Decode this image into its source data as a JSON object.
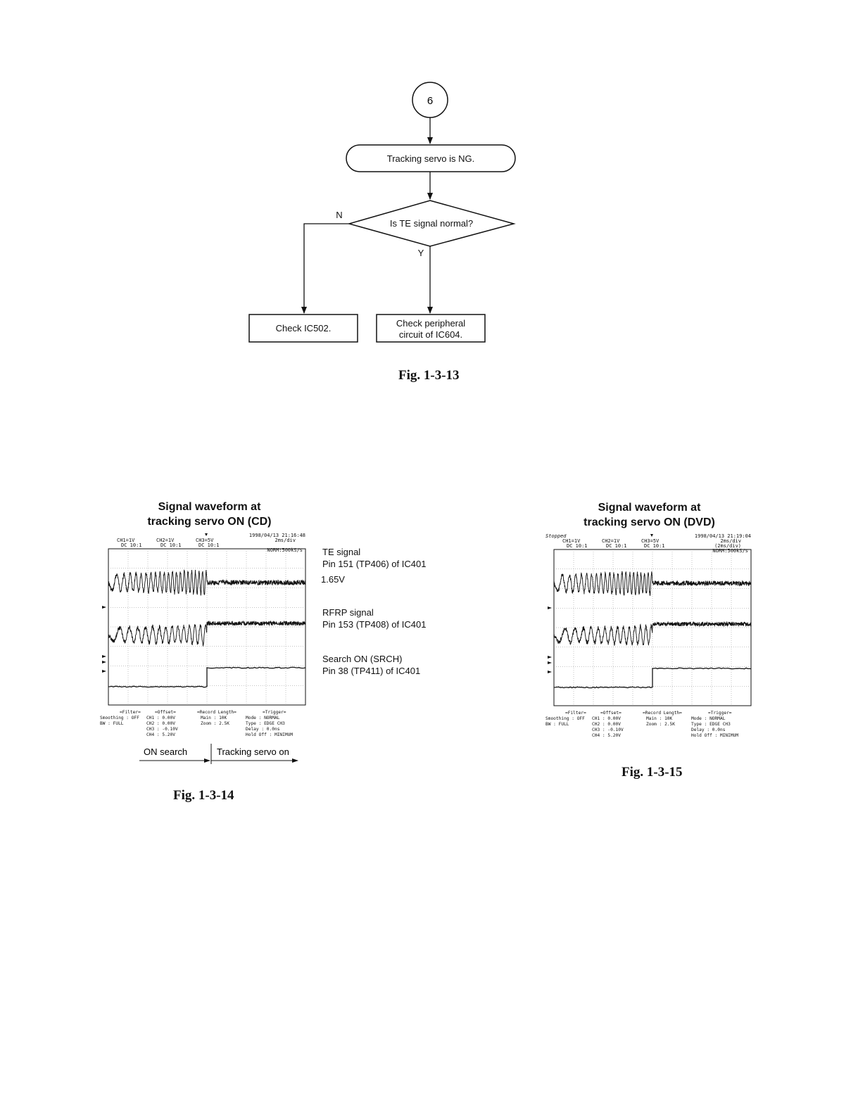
{
  "flowchart": {
    "connector_label": "6",
    "start_label": "Tracking servo is NG.",
    "decision_label": "Is TE signal normal?",
    "no_label": "N",
    "yes_label": "Y",
    "no_action": "Check IC502.",
    "yes_action_line1": "Check peripheral",
    "yes_action_line2": "circuit of IC604."
  },
  "fig13_caption": "Fig. 1-3-13",
  "scope_cd": {
    "title_line1": "Signal waveform at",
    "title_line2": "tracking servo ON (CD)",
    "status": "",
    "datetime": "1998/04/13  21:16:48",
    "ch1": "CH1=1V",
    "ch1_cpl": "DC  10:1",
    "ch2": "CH2=1V",
    "ch2_cpl": "DC  10:1",
    "ch3": "CH3=5V",
    "ch3_cpl": "DC  10:1",
    "timebase": "2ms/div",
    "timebase2": "",
    "sample": "NORM:500kS/s",
    "footer": {
      "filter_h": "=Filter=",
      "filter_1": "Smoothing : OFF",
      "filter_2": "BW : FULL",
      "offset_h": "=Offset=",
      "offset_1": "CH1 :     0.00V",
      "offset_2": "CH2 :     0.00V",
      "offset_3": "CH3 :    -0.10V",
      "offset_4": "CH4 :     5.20V",
      "record_h": "=Record Length=",
      "record_1": "Main :    10K",
      "record_2": "Zoom :   2.5K",
      "trigger_h": "=Trigger=",
      "trigger_1": "Mode : NORMAL",
      "trigger_2": "Type : EDGE CH3",
      "trigger_3": "Delay :        0.0ns",
      "trigger_4": "Hold Off :   MINIMUM"
    }
  },
  "scope_dvd": {
    "title_line1": "Signal waveform at",
    "title_line2": "tracking servo ON (DVD)",
    "status": "Stopped",
    "datetime": "1998/04/13  21:19:04",
    "ch1": "CH1=1V",
    "ch1_cpl": "DC  10:1",
    "ch2": "CH2=1V",
    "ch2_cpl": "DC  10:1",
    "ch3": "CH3=5V",
    "ch3_cpl": "DC  10:1",
    "timebase": "2ms/div",
    "timebase2": "(2ms/div)",
    "sample": "NORM:500kS/s",
    "footer": {
      "filter_h": "=Filter=",
      "filter_1": "Smoothing : OFF",
      "filter_2": "BW : FULL",
      "offset_h": "=Offset=",
      "offset_1": "CH1 :     0.00V",
      "offset_2": "CH2 :     0.00V",
      "offset_3": "CH3 :    -0.10V",
      "offset_4": "CH4 :     5.20V",
      "record_h": "=Record Length=",
      "record_1": "Main :    10K",
      "record_2": "Zoom :   2.5K",
      "trigger_h": "=Trigger=",
      "trigger_1": "Mode : NORMAL",
      "trigger_2": "Type : EDGE CH3",
      "trigger_3": "Delay :        0.0ns",
      "trigger_4": "Hold Off :   MINIMUM"
    }
  },
  "signal_labels": {
    "te_1": "TE signal",
    "te_2": "Pin 151 (TP406) of IC401",
    "te_level": "1.65V",
    "rfrp_1": "RFRP signal",
    "rfrp_2": "Pin 153 (TP408) of IC401",
    "srch_1": "Search ON (SRCH)",
    "srch_2": "Pin 38 (TP411) of IC401"
  },
  "timeline": {
    "left": "ON search",
    "right": "Tracking servo on"
  },
  "fig14_caption": "Fig. 1-3-14",
  "fig15_caption": "Fig. 1-3-15",
  "colors": {
    "ink": "#111111",
    "grid": "#888888"
  }
}
